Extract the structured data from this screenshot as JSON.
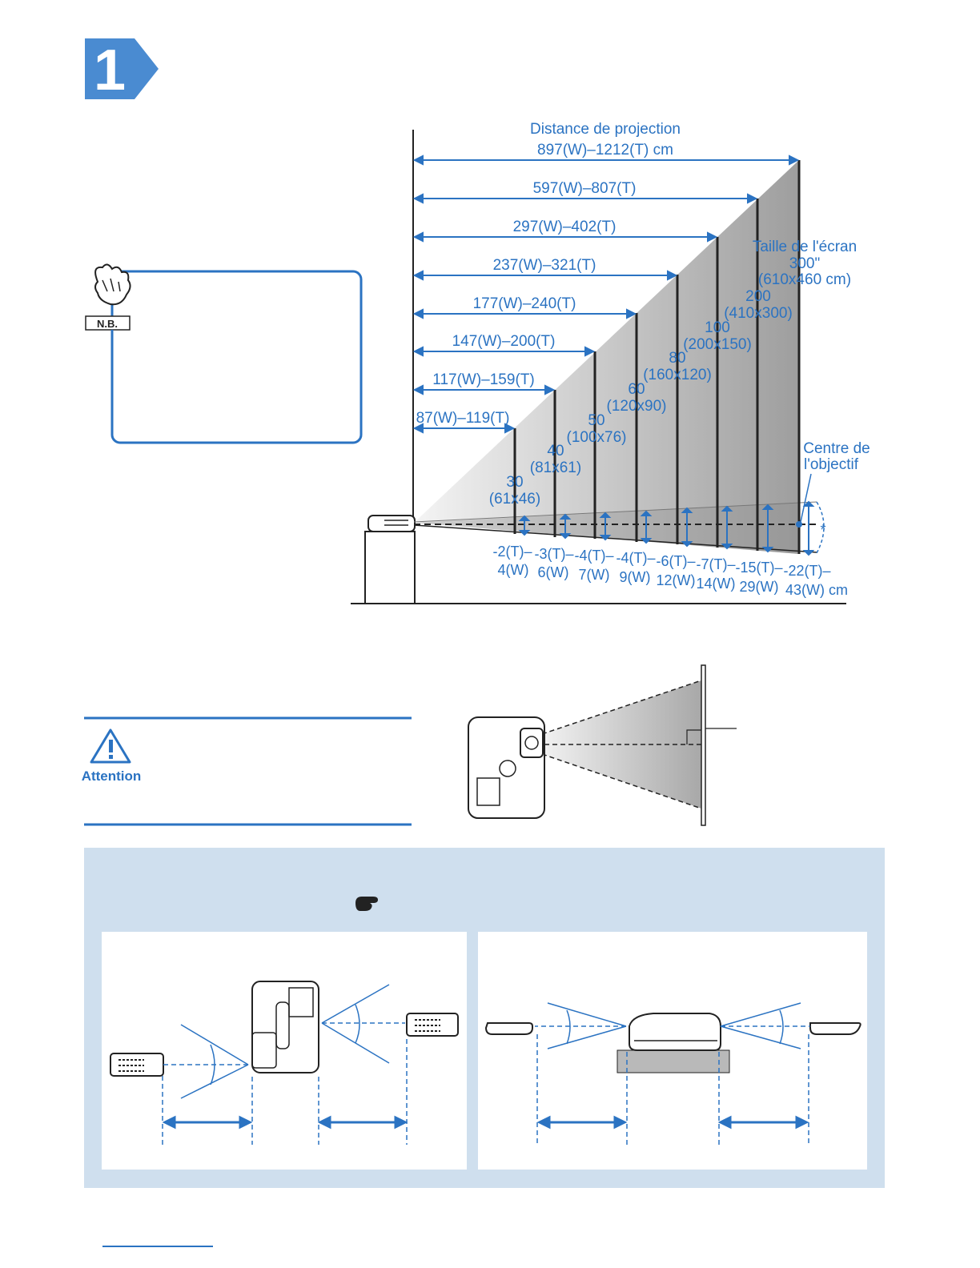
{
  "step_number": "1",
  "nb_label": "N.B.",
  "attention_label": "Attention",
  "colors": {
    "accent": "#2b73c2",
    "step_badge": "#4a8bd1",
    "panel_bg": "#cfdfee",
    "screen_gray": "#b9b9b9",
    "dark": "#222222"
  },
  "projection_diagram": {
    "distance_title": "Distance de projection",
    "distance_top": "897(W)–1212(T) cm",
    "distances": [
      "597(W)–807(T)",
      "297(W)–402(T)",
      "237(W)–321(T)",
      "177(W)–240(T)",
      "147(W)–200(T)",
      "117(W)–159(T)",
      "87(W)–119(T)"
    ],
    "screen_size_title": "Taille de l'écran",
    "screen_sizes": [
      {
        "diag": "30",
        "dims": "(61x46)"
      },
      {
        "diag": "40",
        "dims": "(81x61)"
      },
      {
        "diag": "50",
        "dims": "(100x76)"
      },
      {
        "diag": "60",
        "dims": "(120x90)"
      },
      {
        "diag": "80",
        "dims": "(160x120)"
      },
      {
        "diag": "100",
        "dims": "(200x150)"
      },
      {
        "diag": "200",
        "dims": "(410x300)"
      },
      {
        "diag": "300\"",
        "dims": "(610x460 cm)"
      }
    ],
    "lens_centre": [
      "Centre de",
      "l'objectif"
    ],
    "offsets_top": [
      "-2(T)–",
      "-3(T)–",
      "-4(T)–",
      "-4(T)–",
      "-6(T)–",
      "-7(T)–",
      "-15(T)–",
      "-22(T)–"
    ],
    "offsets_bottom": [
      "4(W)",
      "6(W)",
      "7(W)",
      "9(W)",
      "12(W)",
      "14(W)",
      "29(W)",
      "43(W) cm"
    ],
    "asterisk": "*"
  },
  "pointer_icon": "pointing-hand-icon"
}
